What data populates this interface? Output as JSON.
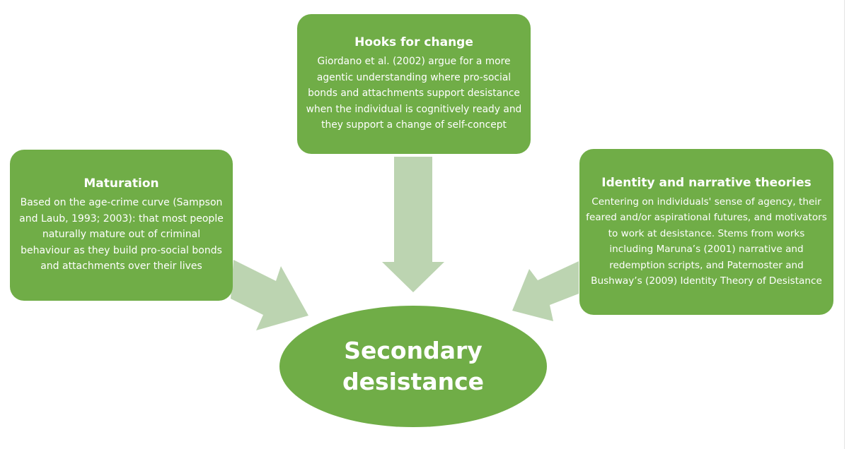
{
  "diagram": {
    "colors": {
      "node_fill": "#70ad47",
      "arrow_fill": "#bcd4b1",
      "text": "#ffffff",
      "background": "#ffffff"
    },
    "nodes": {
      "hooks": {
        "title": "Hooks for change",
        "body": "Giordano et al. (2002) argue for a more agentic understanding where pro-social bonds and attachments support desistance when the individual is cognitively ready and they support a change of self-concept"
      },
      "maturation": {
        "title": "Maturation",
        "body": "Based on the age-crime curve (Sampson and Laub, 1993; 2003): that most people naturally mature out of criminal behaviour as they build pro-social bonds and attachments over their lives"
      },
      "identity": {
        "title": "Identity and narrative theories",
        "body": "Centering on individuals' sense of agency, their feared and/or aspirational futures, and motivators to work at desistance. Stems from works including Maruna’s (2001) narrative and redemption scripts, and Paterno­ster and Bushway’s (2009) Identity Theory of Desistance"
      },
      "outcome": {
        "label": "Secondary desistance"
      }
    },
    "edges": [
      {
        "from": "hooks",
        "to": "outcome",
        "icon": "arrow-down"
      },
      {
        "from": "maturation",
        "to": "outcome",
        "icon": "arrow-down-right"
      },
      {
        "from": "identity",
        "to": "outcome",
        "icon": "arrow-down-left"
      }
    ]
  }
}
